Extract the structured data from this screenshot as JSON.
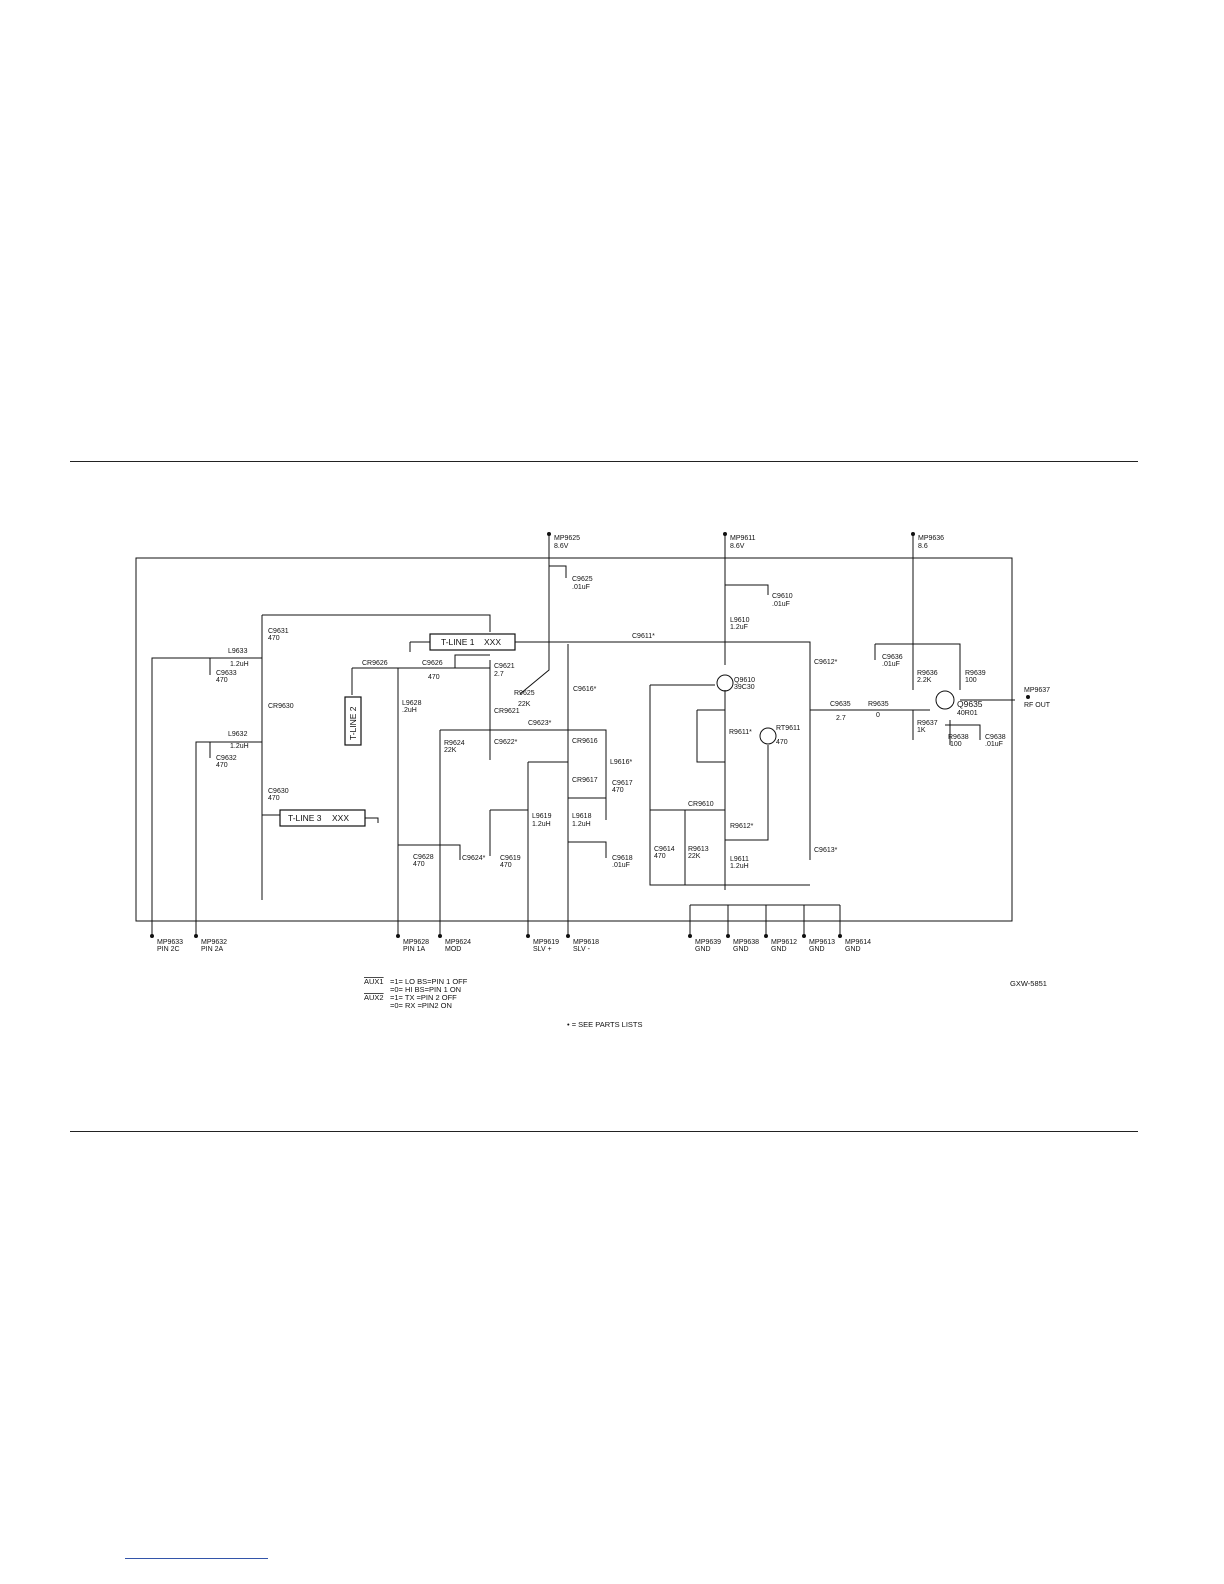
{
  "diagram": {
    "figure_id": "GXW-5851",
    "see_parts_note": "• = SEE PARTS LISTS",
    "footnotes": {
      "aux1_name": "AUX1",
      "aux1_line1": "=1= LO BS=PIN 1 OFF",
      "aux1_line2": "=0= HI BS=PIN 1 ON",
      "aux2_name": "AUX2",
      "aux2_line1": "=1= TX   =PIN 2 OFF",
      "aux2_line2": "=0= RX   =PIN2 ON"
    },
    "supplies": [
      {
        "id": "MP9625",
        "value": "8.6V"
      },
      {
        "id": "MP9611",
        "value": "8.6V"
      },
      {
        "id": "MP9636",
        "value": "8.6"
      }
    ],
    "tlines": {
      "t1": {
        "label": "T-LINE 1",
        "value": "XXX"
      },
      "t2": {
        "label": "T-LINE 2"
      },
      "t3": {
        "label": "T-LINE 3",
        "value": "XXX"
      }
    },
    "transistors": [
      {
        "id": "Q9610",
        "part": "39C30"
      },
      {
        "id": "Q9635",
        "part": "40R01"
      }
    ],
    "rf_out": {
      "id": "MP9637",
      "label": "RF OUT"
    },
    "components": {
      "C9625": {
        "ref": "C9625",
        "value": ".01uF"
      },
      "C9610": {
        "ref": "C9610",
        "value": ".01uF"
      },
      "C9631": {
        "ref": "C9631",
        "value": "470"
      },
      "L9633": {
        "ref": "L9633",
        "value": "1.2uH"
      },
      "C9633": {
        "ref": "C9633",
        "value": "470"
      },
      "CR9626": {
        "ref": "CR9626"
      },
      "C9626": {
        "ref": "C9626",
        "value": "470"
      },
      "C9621": {
        "ref": "C9621",
        "value": "2.7"
      },
      "R9625": {
        "ref": "R9625",
        "value": "22K"
      },
      "CR9621": {
        "ref": "CR9621"
      },
      "CR9630": {
        "ref": "CR9630"
      },
      "L9628": {
        "ref": "L9628",
        "value": ".2uH"
      },
      "C9616": {
        "ref": "C9616*"
      },
      "C9611": {
        "ref": "C9611*"
      },
      "L9610": {
        "ref": "L9610",
        "value": "1.2uF"
      },
      "C9612": {
        "ref": "C9612*"
      },
      "C9636": {
        "ref": "C9636",
        "value": ".01uF"
      },
      "R9636": {
        "ref": "R9636",
        "value": "2.2K"
      },
      "R9639": {
        "ref": "R9639",
        "value": "100"
      },
      "C9635": {
        "ref": "C9635",
        "value": "2.7"
      },
      "R9635": {
        "ref": "R9635",
        "value": "0"
      },
      "R9637": {
        "ref": "R9637",
        "value": "1K"
      },
      "R9638": {
        "ref": "R9638",
        "value": "100"
      },
      "C9638": {
        "ref": "C9638",
        "value": ".01uF"
      },
      "C9623": {
        "ref": "C9623*"
      },
      "R9624": {
        "ref": "R9624",
        "value": "22K"
      },
      "C9622": {
        "ref": "C9622*"
      },
      "CR9616": {
        "ref": "CR9616"
      },
      "L9616": {
        "ref": "L9616*"
      },
      "R9611": {
        "ref": "R9611*"
      },
      "RT9611": {
        "ref": "RT9611",
        "value": "470"
      },
      "L9632": {
        "ref": "L9632",
        "value": "1.2uH"
      },
      "C9632": {
        "ref": "C9632",
        "value": "470"
      },
      "C9630": {
        "ref": "C9630",
        "value": "470"
      },
      "CR9617": {
        "ref": "CR9617"
      },
      "C9617": {
        "ref": "C9617",
        "value": "470"
      },
      "L9619": {
        "ref": "L9619",
        "value": "1.2uH"
      },
      "L9618": {
        "ref": "L9618",
        "value": "1.2uH"
      },
      "CR9610": {
        "ref": "CR9610"
      },
      "R9612": {
        "ref": "R9612*"
      },
      "C9614": {
        "ref": "C9614",
        "value": "470"
      },
      "R9613": {
        "ref": "R9613",
        "value": "22K"
      },
      "L9611": {
        "ref": "L9611",
        "value": "1.2uH"
      },
      "C9613": {
        "ref": "C9613*"
      },
      "C9628": {
        "ref": "C9628",
        "value": "470"
      },
      "C9624": {
        "ref": "C9624*"
      },
      "C9619": {
        "ref": "C9619",
        "value": "470"
      },
      "C9618": {
        "ref": "C9618",
        "value": ".01uF"
      }
    },
    "bottom_pins": [
      {
        "id": "MP9633",
        "label": "PIN 2C"
      },
      {
        "id": "MP9632",
        "label": "PIN 2A"
      },
      {
        "id": "MP9628",
        "label": "PIN 1A"
      },
      {
        "id": "MP9624",
        "label": "MOD"
      },
      {
        "id": "MP9619",
        "label": "SLV +"
      },
      {
        "id": "MP9618",
        "label": "SLV -"
      },
      {
        "id": "MP9639",
        "label": "GND"
      },
      {
        "id": "MP9638",
        "label": "GND"
      },
      {
        "id": "MP9612",
        "label": "GND"
      },
      {
        "id": "MP9613",
        "label": "GND"
      },
      {
        "id": "MP9614",
        "label": "GND"
      }
    ]
  }
}
